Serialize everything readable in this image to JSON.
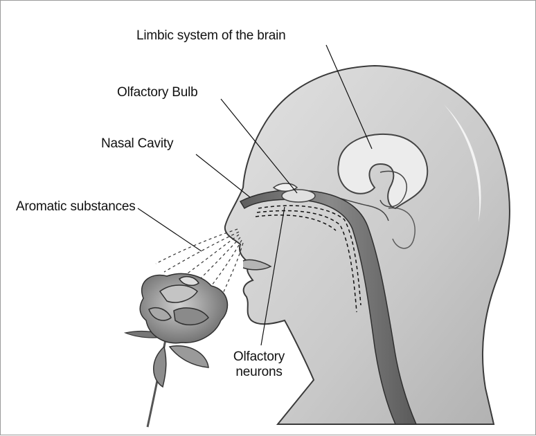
{
  "labels": {
    "limbic_system": "Limbic system of the brain",
    "olfactory_bulb": "Olfactory Bulb",
    "nasal_cavity": "Nasal Cavity",
    "aromatic_substances": "Aromatic substances",
    "olfactory_neurons_line1": "Olfactory",
    "olfactory_neurons_line2": "neurons"
  },
  "colors": {
    "head_fill": "#cfcfcf",
    "head_shadow": "#a9a9a9",
    "outline": "#3a3a3a",
    "brain_fill": "#e8e8e8",
    "airway_fill": "#7a7a7a",
    "rose_petal": "#9c9c9c",
    "leaf": "#8d8d8d"
  }
}
